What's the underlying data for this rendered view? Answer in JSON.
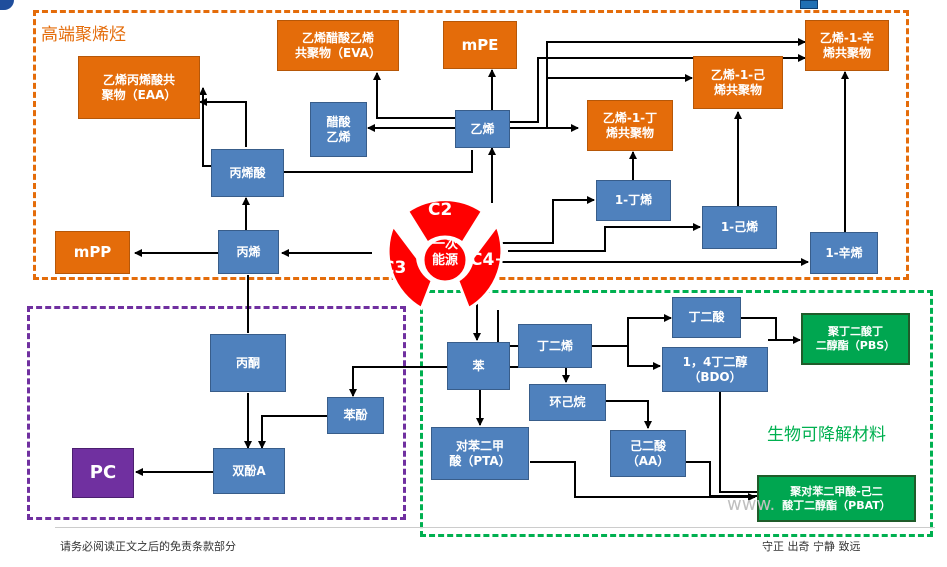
{
  "regions": {
    "high_end_polyolefins": "高端聚烯烃",
    "biodegradable": "生物可降解材料"
  },
  "core": {
    "top": "C2",
    "left": "C3",
    "right": "C4+",
    "center": "一次\n能源"
  },
  "nodes": {
    "eaa": "乙烯丙烯酸共\n聚物（EAA）",
    "eva": "乙烯醋酸乙烯\n共聚物（EVA）",
    "mpe": "mPE",
    "e_octene": "乙烯-1-辛\n烯共聚物",
    "e_hexene": "乙烯-1-己\n烯共聚物",
    "e_butene": "乙烯-1-丁\n烯共聚物",
    "acetic_acid": "醋酸\n乙烯",
    "ethylene": "乙烯",
    "acrylic_acid": "丙烯酸",
    "butene": "1-丁烯",
    "hexene": "1-己烯",
    "octene": "1-辛烯",
    "mpp": "mPP",
    "propylene": "丙烯",
    "butadiene": "丁二烯",
    "succinic": "丁二酸",
    "pbs": "聚丁二酸丁\n二醇酯（PBS）",
    "bdo": "1，4丁二醇\n（BDO）",
    "acetone": "丙酮",
    "benzene": "苯",
    "cyclohexane": "环己烷",
    "phenol": "苯酚",
    "pta": "对苯二甲\n酸（PTA）",
    "adipic": "己二酸\n（AA）",
    "bpa": "双酚A",
    "pc": "PC",
    "pbat": "聚对苯二甲酸-己二\n酸丁二醇酯（PBAT）"
  },
  "footer": {
    "left": "请务必阅读正文之后的免责条款部分",
    "right": "守正  出奇  宁静  致远"
  },
  "watermark": "www.",
  "colors": {
    "orange_border": "#e46c0a",
    "purple_border": "#7030a0",
    "green_border": "#00b050",
    "core_red": "#ff0000",
    "node_blue": "#4f81bd",
    "node_orange": "#e46c0a",
    "node_green": "#00a650",
    "node_purple": "#7030a0"
  }
}
